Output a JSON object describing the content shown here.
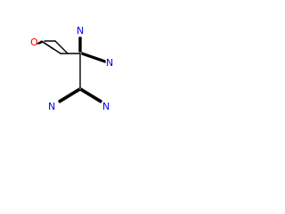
{
  "molecule": {
    "atoms": {
      "oxygen": "O",
      "nitrogen_1": "N",
      "nitrogen_2": "N",
      "nitrogen_3": "N",
      "nitrogen_4": "N"
    },
    "colors": {
      "bond": "#000000",
      "oxygen": "#ff0000",
      "nitrogen": "#0000ff"
    }
  }
}
